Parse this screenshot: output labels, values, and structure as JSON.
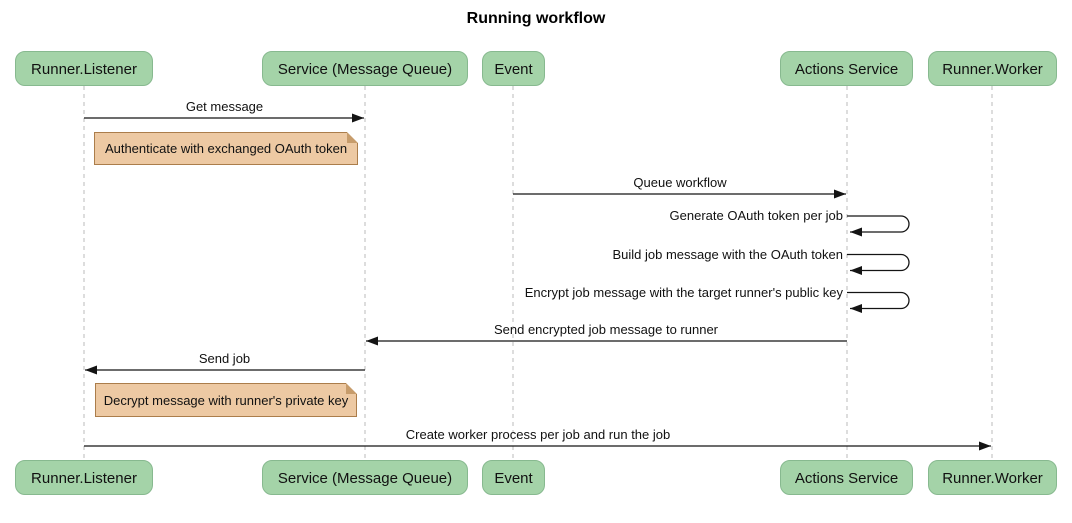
{
  "title": "Running workflow",
  "participants": [
    {
      "label": "Runner.Listener"
    },
    {
      "label": "Service (Message Queue)"
    },
    {
      "label": "Event"
    },
    {
      "label": "Actions Service"
    },
    {
      "label": "Runner.Worker"
    }
  ],
  "messages": [
    {
      "from": "Runner.Listener",
      "to": "Service (Message Queue)",
      "label": "Get message",
      "kind": "solid-arrow"
    },
    {
      "from": "Event",
      "to": "Actions Service",
      "label": "Queue workflow",
      "kind": "solid-arrow"
    },
    {
      "from": "Actions Service",
      "to": "Actions Service",
      "label": "Generate OAuth token per job",
      "kind": "self-loop"
    },
    {
      "from": "Actions Service",
      "to": "Actions Service",
      "label": "Build job message with the OAuth token",
      "kind": "self-loop"
    },
    {
      "from": "Actions Service",
      "to": "Actions Service",
      "label": "Encrypt job message with the target runner's public key",
      "kind": "self-loop"
    },
    {
      "from": "Actions Service",
      "to": "Service (Message Queue)",
      "label": "Send encrypted job message to runner",
      "kind": "solid-arrow"
    },
    {
      "from": "Service (Message Queue)",
      "to": "Runner.Listener",
      "label": "Send job",
      "kind": "solid-arrow"
    },
    {
      "from": "Runner.Listener",
      "to": "Runner.Worker",
      "label": "Create worker process per job and run the job",
      "kind": "solid-arrow"
    }
  ],
  "notes": [
    {
      "over": "Runner.Listener",
      "label": "Authenticate with exchanged OAuth token"
    },
    {
      "over": "Runner.Listener",
      "label": "Decrypt message with runner's private key"
    }
  ],
  "colors": {
    "participant_fill": "#a4d3a8",
    "participant_border": "#87b98f",
    "note_fill": "#edc9a3",
    "note_border": "#ab7d4b",
    "lifeline": "#bbbbbb",
    "arrow": "#141414",
    "text": "#111111",
    "background": "#ffffff"
  }
}
